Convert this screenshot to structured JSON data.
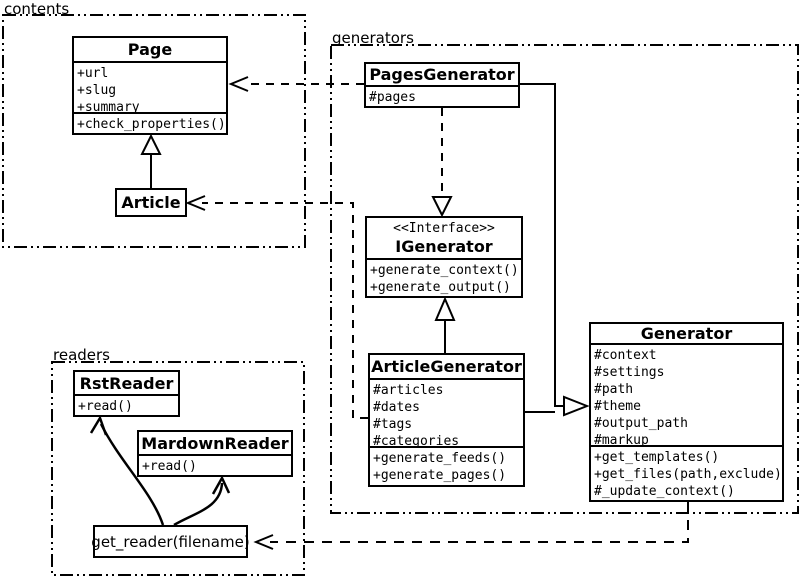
{
  "diagram_type": "uml-class-diagram",
  "colors": {
    "line": "#000000",
    "background": "#ffffff",
    "box_fill": "#ffffff",
    "text": "#000000"
  },
  "packages": {
    "contents": {
      "label": "contents"
    },
    "generators": {
      "label": "generators"
    },
    "readers": {
      "label": "readers"
    }
  },
  "classes": {
    "page": {
      "title": "Page",
      "attributes": [
        "+url",
        "+slug",
        "+summary"
      ],
      "methods": [
        "+check_properties()"
      ]
    },
    "article": {
      "title": "Article"
    },
    "pages_generator": {
      "title": "PagesGenerator",
      "attributes": [
        "#pages"
      ]
    },
    "igenerator": {
      "stereotype": "<<Interface>>",
      "title": "IGenerator",
      "methods": [
        "+generate_context()",
        "+generate_output()"
      ]
    },
    "article_generator": {
      "title": "ArticleGenerator",
      "attributes": [
        "#articles",
        "#dates",
        "#tags",
        "#categories"
      ],
      "methods": [
        "+generate_feeds()",
        "+generate_pages()"
      ]
    },
    "generator": {
      "title": "Generator",
      "attributes": [
        "#context",
        "#settings",
        "#path",
        "#theme",
        "#output_path",
        "#markup"
      ],
      "methods": [
        "+get_templates()",
        "+get_files(path,exclude)",
        "#_update_context()"
      ]
    },
    "rst_reader": {
      "title": "RstReader",
      "methods": [
        "+read()"
      ]
    },
    "mardown_reader": {
      "title": "MardownReader",
      "methods": [
        "+read()"
      ]
    },
    "get_reader": {
      "title": "get_reader(filename)"
    }
  },
  "relationships": [
    {
      "from": "Article",
      "to": "Page",
      "type": "generalization",
      "style": "solid"
    },
    {
      "from": "ArticleGenerator",
      "to": "IGenerator",
      "type": "generalization",
      "style": "solid"
    },
    {
      "from": "PagesGenerator",
      "to": "IGenerator",
      "type": "realization",
      "style": "dashed"
    },
    {
      "from": "PagesGenerator",
      "to": "Generator",
      "type": "generalization",
      "style": "solid"
    },
    {
      "from": "ArticleGenerator",
      "to": "Generator",
      "type": "generalization",
      "style": "solid"
    },
    {
      "from": "PagesGenerator",
      "to": "Page",
      "type": "dependency",
      "style": "dashed"
    },
    {
      "from": "ArticleGenerator",
      "to": "Article",
      "type": "dependency",
      "style": "dashed"
    },
    {
      "from": "Generator",
      "to": "get_reader(filename)",
      "type": "dependency",
      "style": "dashed"
    },
    {
      "from": "get_reader(filename)",
      "to": "RstReader",
      "type": "arrow",
      "style": "curved"
    },
    {
      "from": "get_reader(filename)",
      "to": "MardownReader",
      "type": "arrow",
      "style": "curved"
    }
  ]
}
